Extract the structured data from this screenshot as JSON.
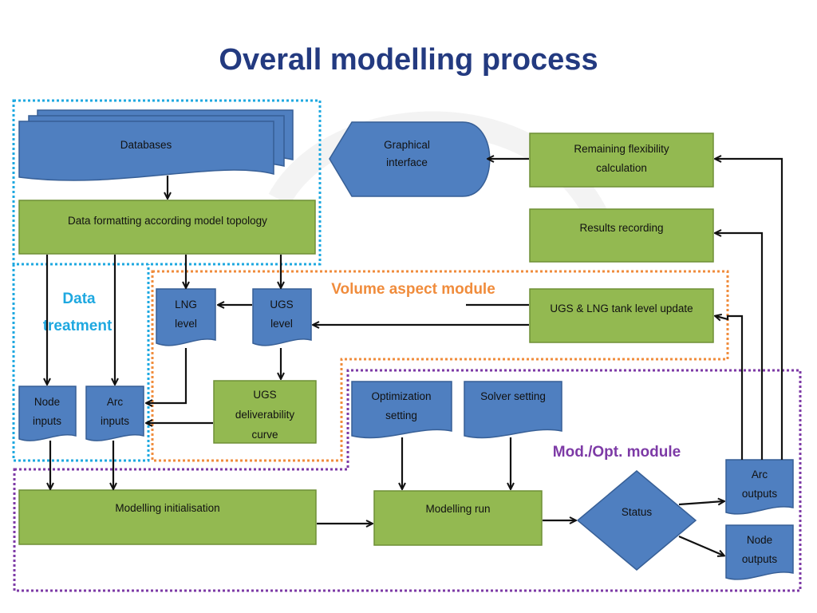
{
  "title": "Overall modelling process",
  "modules": {
    "data_treatment": [
      "Data",
      "treatment"
    ],
    "volume_aspect": "Volume aspect module",
    "mod_opt": "Mod./Opt. module"
  },
  "nodes": {
    "databases": "Databases",
    "data_formatting": "Data formatting according model topology",
    "graphical_interface": [
      "Graphical",
      "interface"
    ],
    "remaining_flexibility": [
      "Remaining flexibility",
      "calculation"
    ],
    "results_recording": "Results recording",
    "lng_level": [
      "LNG",
      "level"
    ],
    "ugs_level": [
      "UGS",
      "level"
    ],
    "ugs_lng_update": "UGS & LNG tank level update",
    "ugs_deliverability": [
      "UGS",
      "deliverability",
      "curve"
    ],
    "node_inputs": [
      "Node",
      "inputs"
    ],
    "arc_inputs": [
      "Arc",
      "inputs"
    ],
    "optimization_setting": [
      "Optimization",
      "setting"
    ],
    "solver_setting": "Solver setting",
    "modelling_initialisation": "Modelling initialisation",
    "modelling_run": "Modelling run",
    "status": "Status",
    "arc_outputs": [
      "Arc",
      "outputs"
    ],
    "node_outputs": [
      "Node",
      "outputs"
    ]
  },
  "colors": {
    "title": "#233a80",
    "process_box": "#93b951",
    "data_shape": "#4f7fc0",
    "data_treatment_border": "#1ea8e0",
    "volume_border": "#f08c3c",
    "opt_border": "#7d3aa6"
  }
}
